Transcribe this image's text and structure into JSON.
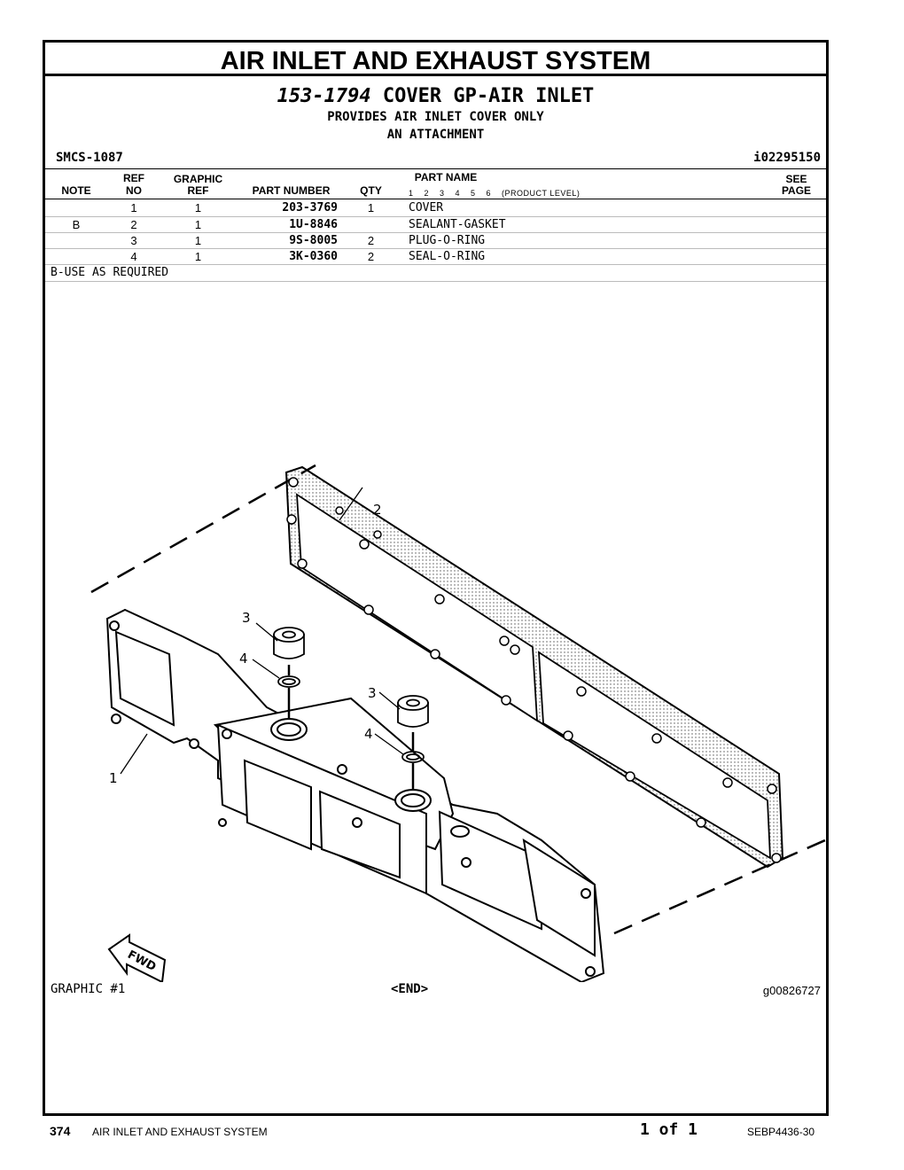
{
  "section_title": "AIR INLET AND EXHAUST SYSTEM",
  "group": {
    "number": "153-1794",
    "name": "COVER GP-AIR INLET",
    "desc1": "PROVIDES AIR INLET COVER ONLY",
    "desc2": "AN ATTACHMENT"
  },
  "smcs": "SMCS-1087",
  "doc_id": "i02295150",
  "columns": {
    "note": "NOTE",
    "ref_top": "REF",
    "ref_bottom": "NO",
    "graphic_top": "GRAPHIC",
    "graphic_bottom": "REF",
    "part_number": "PART NUMBER",
    "qty": "QTY",
    "part_name": "PART NAME",
    "levels": "1    2    3    4    5    6    (PRODUCT LEVEL)",
    "see_top": "SEE",
    "see_bottom": "PAGE"
  },
  "rows": [
    {
      "note": "",
      "ref": "1",
      "gref": "1",
      "pn": "203-3769",
      "qty": "1",
      "name": "COVER"
    },
    {
      "note": "B",
      "ref": "2",
      "gref": "1",
      "pn": "1U-8846",
      "qty": "",
      "name": "SEALANT-GASKET"
    },
    {
      "note": "",
      "ref": "3",
      "gref": "1",
      "pn": "9S-8005",
      "qty": "2",
      "name": "PLUG-O-RING"
    },
    {
      "note": "",
      "ref": "4",
      "gref": "1",
      "pn": "3K-0360",
      "qty": "2",
      "name": "SEAL-O-RING"
    }
  ],
  "footnote": "B-USE AS REQUIRED",
  "callouts": {
    "c1": "1",
    "c2": "2",
    "c3a": "3",
    "c4a": "4",
    "c3b": "3",
    "c4b": "4"
  },
  "fwd": "FWD",
  "graphic_label": "GRAPHIC #1",
  "end_label": "<END>",
  "graphic_id": "g00826727",
  "footer": {
    "page": "374",
    "section": "AIR INLET AND EXHAUST SYSTEM",
    "page_of": "1 of 1",
    "doc": "SEBP4436-30"
  }
}
